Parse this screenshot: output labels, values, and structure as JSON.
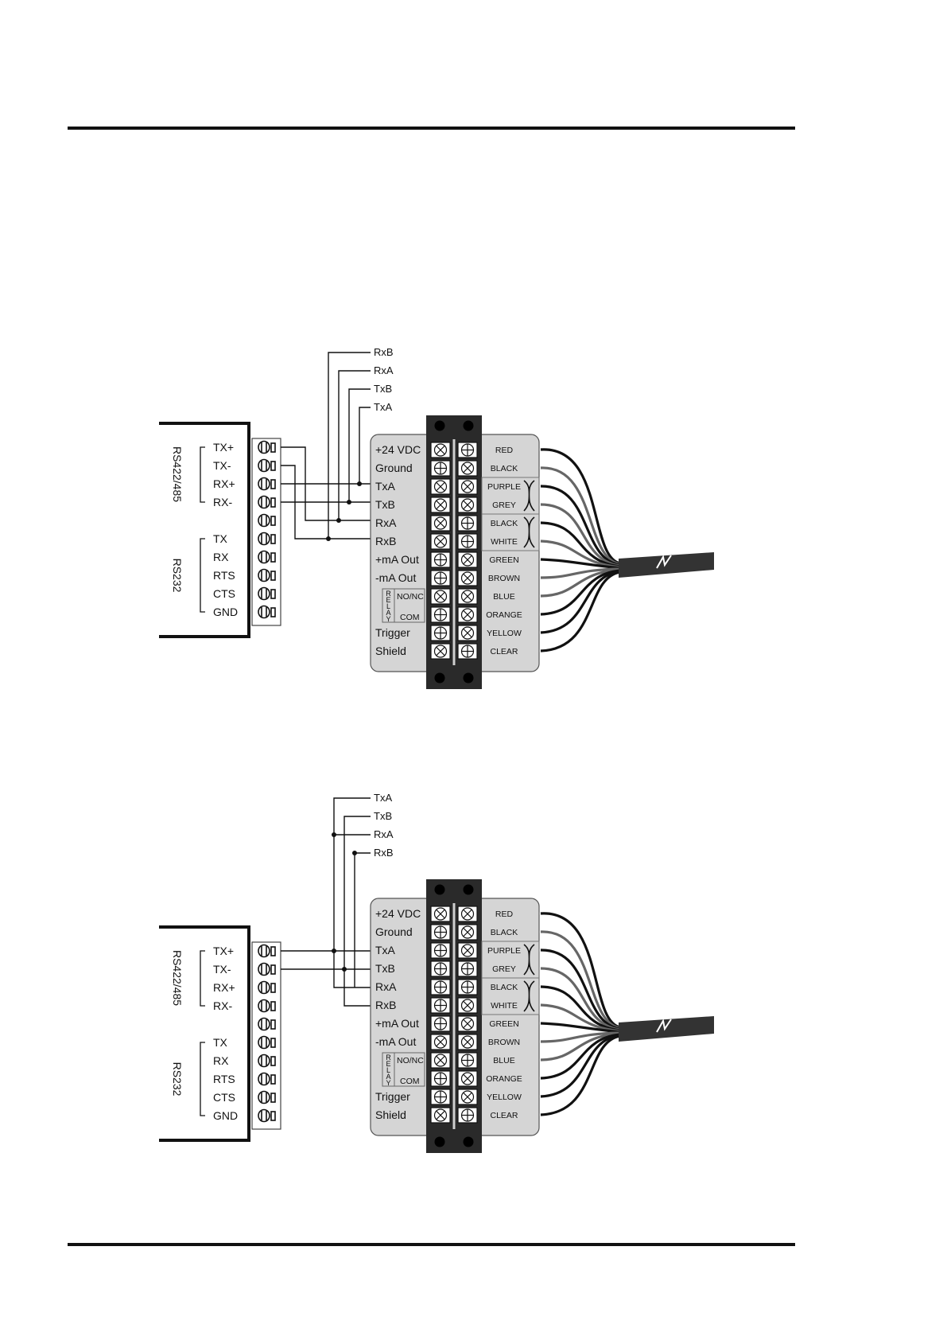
{
  "diagrams": [
    {
      "id": "top",
      "wire_labels": [
        "RxB",
        "RxA",
        "TxB",
        "TxA"
      ],
      "pc_groups": {
        "rs422": {
          "label": "RS422/485",
          "pins": [
            "TX+",
            "TX-",
            "RX+",
            "RX-"
          ]
        },
        "rs232": {
          "label": "RS232",
          "pins": [
            "TX",
            "RX",
            "RTS",
            "CTS",
            "GND"
          ]
        }
      },
      "terminal_labels": [
        "+24 VDC",
        "Ground",
        "TxA",
        "TxB",
        "RxA",
        "RxB",
        "+mA Out",
        "-mA Out",
        "NO/NC",
        "COM",
        "Trigger",
        "Shield"
      ],
      "relay_label": [
        "R",
        "E",
        "L",
        "A",
        "Y"
      ],
      "wire_colors": [
        "RED",
        "BLACK",
        "PURPLE",
        "GREY",
        "BLACK",
        "WHITE",
        "GREEN",
        "BROWN",
        "BLUE",
        "ORANGE",
        "YELLOW",
        "CLEAR"
      ]
    },
    {
      "id": "bottom",
      "wire_labels": [
        "TxA",
        "TxB",
        "RxA",
        "RxB"
      ],
      "pc_groups": {
        "rs422": {
          "label": "RS422/485",
          "pins": [
            "TX+",
            "TX-",
            "RX+",
            "RX-"
          ]
        },
        "rs232": {
          "label": "RS232",
          "pins": [
            "TX",
            "RX",
            "RTS",
            "CTS",
            "GND"
          ]
        }
      },
      "terminal_labels": [
        "+24 VDC",
        "Ground",
        "TxA",
        "TxB",
        "RxA",
        "RxB",
        "+mA Out",
        "-mA Out",
        "NO/NC",
        "COM",
        "Trigger",
        "Shield"
      ],
      "relay_label": [
        "R",
        "E",
        "L",
        "A",
        "Y"
      ],
      "wire_colors": [
        "RED",
        "BLACK",
        "PURPLE",
        "GREY",
        "BLACK",
        "WHITE",
        "GREEN",
        "BROWN",
        "BLUE",
        "ORANGE",
        "YELLOW",
        "CLEAR"
      ]
    }
  ]
}
